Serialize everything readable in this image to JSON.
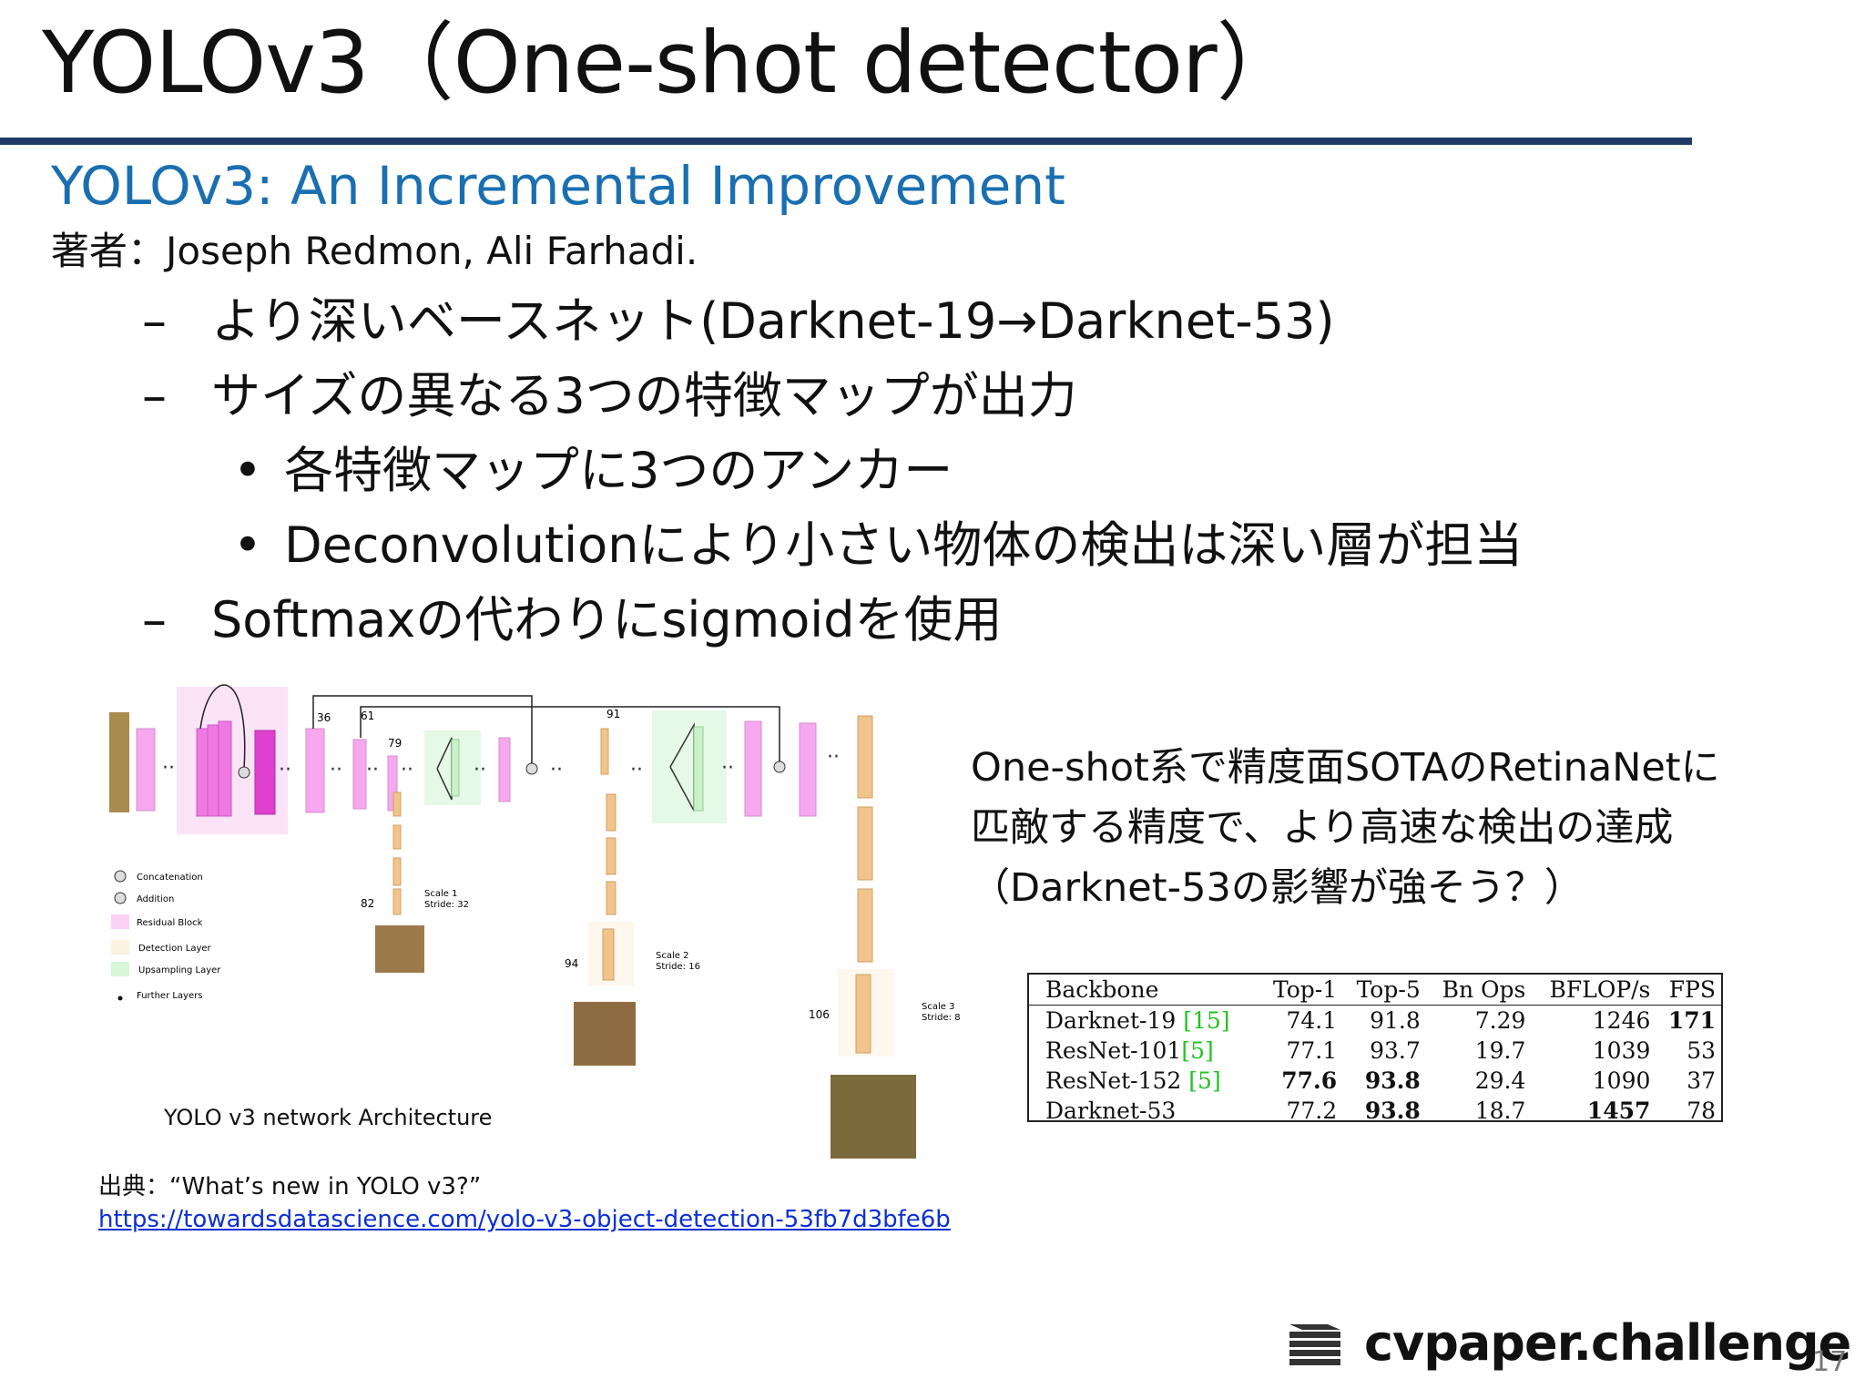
{
  "slide": {
    "title": "YOLOv3（One-shot detector）",
    "paper_title": "YOLOv3: An Incremental Improvement",
    "authors": "著者：Joseph Redmon, Ali Farhadi.",
    "bullets": [
      {
        "marker": "–",
        "text": "より深いベースネット(Darknet-19→Darknet-53)"
      },
      {
        "marker": "–",
        "text": "サイズの異なる3つの特徴マップが出力"
      },
      {
        "marker": "•",
        "text": "各特徴マップに3つのアンカー"
      },
      {
        "marker": "•",
        "text": "Deconvolutionにより小さい物体の検出は深い層が担当"
      },
      {
        "marker": "–",
        "text": "Softmaxの代わりにsigmoidを使用"
      }
    ],
    "comment_lines": [
      "One-shot系で精度面SOTAのRetinaNetに",
      "匹敵する精度で、より高速な検出の達成",
      "（Darknet-53の影響が強そう？）"
    ],
    "page_number": "17"
  },
  "architecture": {
    "caption": "YOLO v3 network Architecture",
    "layer_numbers": {
      "n36": "36",
      "n61": "61",
      "n79": "79",
      "n91": "91",
      "n82": "82",
      "n94": "94",
      "n106": "106"
    },
    "scales": [
      {
        "label": "Scale 1",
        "stride": "Stride: 32"
      },
      {
        "label": "Scale 2",
        "stride": "Stride: 16"
      },
      {
        "label": "Scale 3",
        "stride": "Stride: 8"
      }
    ],
    "legend": [
      "Concatenation",
      "Addition",
      "Residual Block",
      "Detection Layer",
      "Upsampling Layer",
      "Further Layers"
    ],
    "colors": {
      "residual": "#f6a8ee",
      "residual_bg": "#fbe3f8",
      "detection": "#f1c48c",
      "upsampling": "#c9f2c9",
      "upsampling_bg": "#e6f8e6"
    }
  },
  "source": {
    "label": "出典：“What’s new in YOLO v3?”",
    "url": "https://towardsdatascience.com/yolo-v3-object-detection-53fb7d3bfe6b"
  },
  "table": {
    "headers": [
      "Backbone",
      "Top-1",
      "Top-5",
      "Bn Ops",
      "BFLOP/s",
      "FPS"
    ],
    "rows": [
      {
        "backbone": "Darknet-19 ",
        "cite": "[15]",
        "top1": "74.1",
        "top5": "91.8",
        "bnops": "7.29",
        "bflops": "1246",
        "fps": "171"
      },
      {
        "backbone": "ResNet-101",
        "cite": "[5]",
        "top1": "77.1",
        "top5": "93.7",
        "bnops": "19.7",
        "bflops": "1039",
        "fps": "53"
      },
      {
        "backbone": "ResNet-152 ",
        "cite": "[5]",
        "top1": "77.6",
        "top5": "93.8",
        "bnops": "29.4",
        "bflops": "1090",
        "fps": "37"
      },
      {
        "backbone": "Darknet-53",
        "cite": "",
        "top1": "77.2",
        "top5": "93.8",
        "bnops": "18.7",
        "bflops": "1457",
        "fps": "78"
      }
    ]
  },
  "logo": {
    "text": "cvpaper.challenge"
  }
}
